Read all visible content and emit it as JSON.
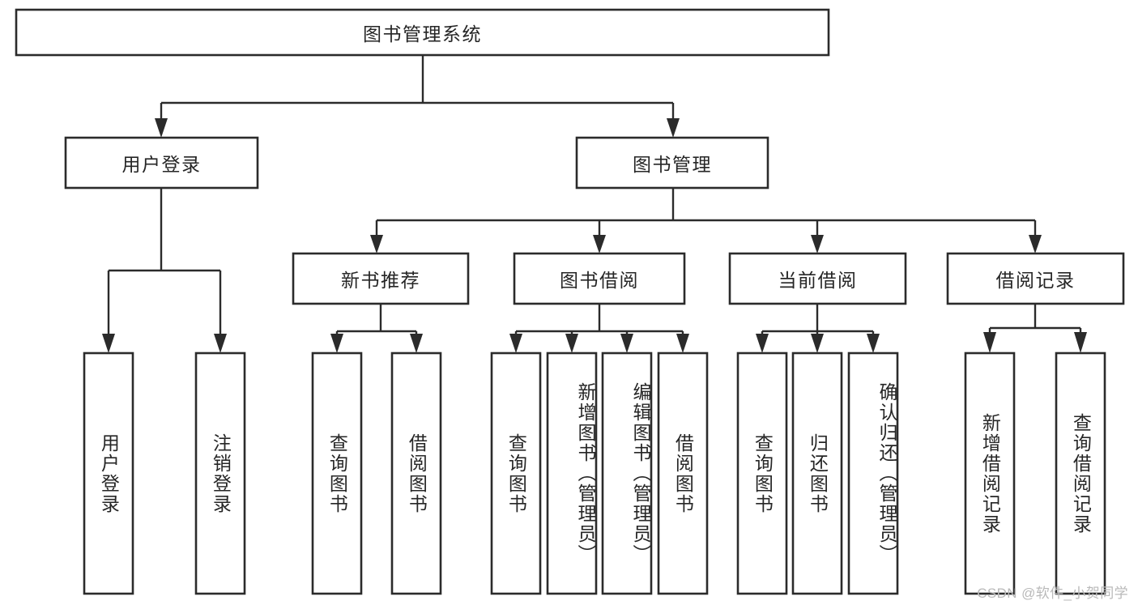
{
  "diagram": {
    "title": "图书管理系统",
    "type": "hierarchy-tree",
    "watermark": "CSDN @软件_小贺同学",
    "nodes": {
      "root": {
        "label": "图书管理系统",
        "level": 0,
        "orientation": "horizontal"
      },
      "l1": [
        {
          "label": "用户登录",
          "level": 1,
          "orientation": "horizontal"
        },
        {
          "label": "图书管理",
          "level": 1,
          "orientation": "horizontal"
        }
      ],
      "l2": [
        {
          "label": "新书推荐",
          "level": 2,
          "orientation": "horizontal"
        },
        {
          "label": "图书借阅",
          "level": 2,
          "orientation": "horizontal"
        },
        {
          "label": "当前借阅",
          "level": 2,
          "orientation": "horizontal"
        },
        {
          "label": "借阅记录",
          "level": 2,
          "orientation": "horizontal"
        }
      ],
      "leaves": [
        {
          "label": "用户登录",
          "parent": "用户登录",
          "orientation": "vertical"
        },
        {
          "label": "注销登录",
          "parent": "用户登录",
          "orientation": "vertical"
        },
        {
          "label": "查询图书",
          "parent": "新书推荐",
          "orientation": "vertical"
        },
        {
          "label": "借阅图书",
          "parent": "新书推荐",
          "orientation": "vertical"
        },
        {
          "label": "查询图书",
          "parent": "图书借阅",
          "orientation": "vertical"
        },
        {
          "label": "新增图书（管理员）",
          "parent": "图书借阅",
          "orientation": "vertical"
        },
        {
          "label": "编辑图书（管理员）",
          "parent": "图书借阅",
          "orientation": "vertical"
        },
        {
          "label": "借阅图书",
          "parent": "图书借阅",
          "orientation": "vertical"
        },
        {
          "label": "查询图书",
          "parent": "当前借阅",
          "orientation": "vertical"
        },
        {
          "label": "归还图书",
          "parent": "当前借阅",
          "orientation": "vertical"
        },
        {
          "label": "确认归还（管理员）",
          "parent": "当前借阅",
          "orientation": "vertical"
        },
        {
          "label": "新增借阅记录",
          "parent": "借阅记录",
          "orientation": "vertical"
        },
        {
          "label": "查询借阅记录",
          "parent": "借阅记录",
          "orientation": "vertical"
        }
      ]
    },
    "colors": {
      "box_stroke": "#2b2b2b",
      "box_fill": "#ffffff",
      "text": "#262626",
      "connector": "#2b2b2b",
      "watermark": "#b9b9b9",
      "background": "#ffffff"
    }
  }
}
